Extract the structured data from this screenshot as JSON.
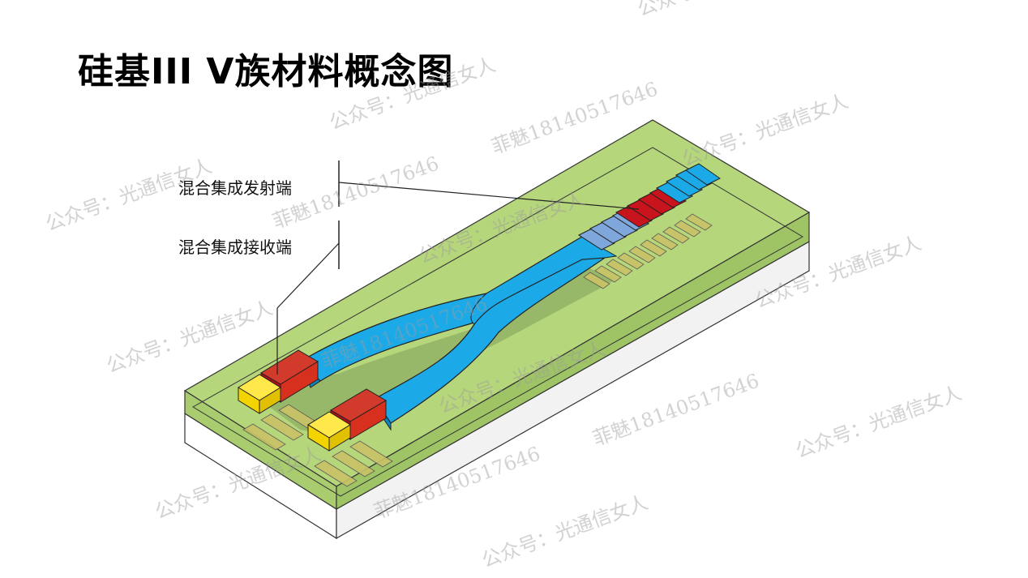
{
  "title": "硅基III V族材料概念图",
  "callouts": {
    "transmitter": "混合集成发射端",
    "receiver": "混合集成接收端"
  },
  "watermarks": {
    "account": "公众号：光通信女人",
    "contact": "菲魅18140517646"
  },
  "colors": {
    "substrate_top": "#b6d67c",
    "substrate_side": "#a5c96c",
    "base_white": "#ffffff",
    "waveguide": "#1ba9e8",
    "waveguide_dark": "#0e86bf",
    "laser_red": "#c8141c",
    "detector_yellow": "#ffe600",
    "connector_blue": "#8fb4e0",
    "pad_olive": "#c9c266",
    "shadow": "#7fa05a"
  }
}
